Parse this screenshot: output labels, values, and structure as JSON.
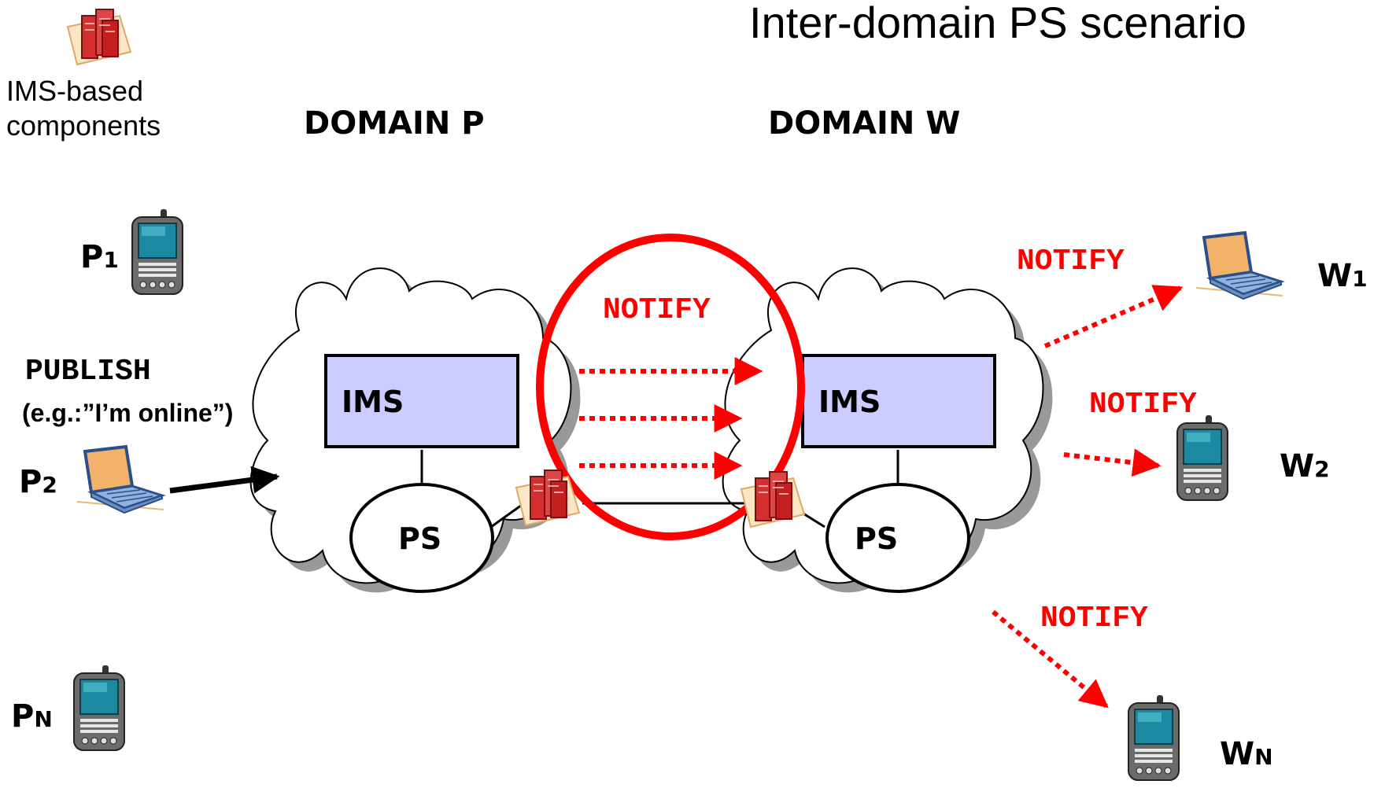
{
  "title": "Inter-domain PS scenario",
  "legend": {
    "label_line1": "IMS-based",
    "label_line2": "components"
  },
  "domains": {
    "left": "DOMAIN P",
    "right": "DOMAIN W"
  },
  "boxes": {
    "left_ims": "IMS",
    "right_ims": "IMS",
    "left_ps": "PS",
    "right_ps": "PS"
  },
  "publisher_nodes": {
    "p1": {
      "base": "P",
      "sub": "1"
    },
    "p2": {
      "base": "P",
      "sub": "2"
    },
    "pn": {
      "base": "P",
      "sub": "N"
    }
  },
  "watcher_nodes": {
    "w1": {
      "base": "W",
      "sub": "1"
    },
    "w2": {
      "base": "W",
      "sub": "2"
    },
    "wn": {
      "base": "W",
      "sub": "N"
    }
  },
  "messages": {
    "publish": "PUBLISH",
    "publish_example": "(e.g.:”I’m online”)",
    "notify_center": "NOTIFY",
    "notify_w1": "NOTIFY",
    "notify_w2": "NOTIFY",
    "notify_wn": "NOTIFY"
  },
  "colors": {
    "notify": "#ff0000",
    "ims_box_fill": "#ccccff",
    "cloud_shadow": "#999999",
    "device_screen": "#1b8aa0",
    "laptop_screen": "#f3b26a",
    "server_red": "#d62f2f"
  },
  "icons": {
    "legend": "ims-component-icon",
    "phone": "pda-phone-icon",
    "laptop": "laptop-icon"
  }
}
